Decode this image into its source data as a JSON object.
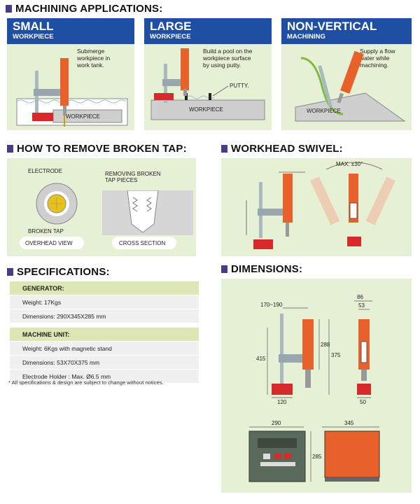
{
  "machining": {
    "title": "MACHINING APPLICATIONS:",
    "cards": [
      {
        "big": "SMALL",
        "small": "WORKPIECE",
        "desc": [
          "Submerge",
          "workpiece in",
          "work tank."
        ],
        "label": "WORKPIECE"
      },
      {
        "big": "LARGE",
        "small": "WORKPIECE",
        "desc": [
          "Build a pool on the",
          "workpiece surface",
          "by using putty."
        ],
        "label": "WORKPIECE",
        "extra": "PUTTY."
      },
      {
        "big": "NON-VERTICAL",
        "small": "MACHINING",
        "desc": [
          "Supply a flow",
          "water while",
          "machining."
        ],
        "label": "WORKPIECE"
      }
    ]
  },
  "broken_tap": {
    "title": "HOW TO REMOVE BROKEN TAP:",
    "electrode": "ELECTRODE",
    "broken_tap": "BROKEN TAP",
    "removing": [
      "REMOVING BROKEN",
      "TAP PIECES"
    ],
    "overhead": "OVERHEAD VIEW",
    "cross": "CROSS SECTION"
  },
  "swivel": {
    "title": "WORKHEAD SWIVEL:",
    "max": "MAX. ±30°"
  },
  "specs": {
    "title": "SPECIFICATIONS:",
    "generator_head": "GENERATOR:",
    "generator": [
      "Weight:  17Kgs",
      "Dimensions:  290X345X285 mm"
    ],
    "machine_head": "MACHINE UNIT:",
    "machine": [
      "Weight:  6Kgs with magnetic stand",
      "Dimensions:  53X70X375 mm",
      "Electrode Holder :  Max. Ø6.5 mm"
    ],
    "footnote": "* All specifications & design are subject to change without notices."
  },
  "dimensions": {
    "title": "DIMENSIONS:",
    "d_170_190": "170~190",
    "d_86": "86",
    "d_53": "53",
    "d_415": "415",
    "d_288": "288",
    "d_375": "375",
    "d_120": "120",
    "d_50": "50",
    "d_290": "290",
    "d_345": "345",
    "d_285": "285"
  },
  "colors": {
    "header_blue": "#1f4fa3",
    "panel_green": "#e6f0d4",
    "machine_orange": "#e8612a",
    "magnet_red": "#d62a2a"
  }
}
